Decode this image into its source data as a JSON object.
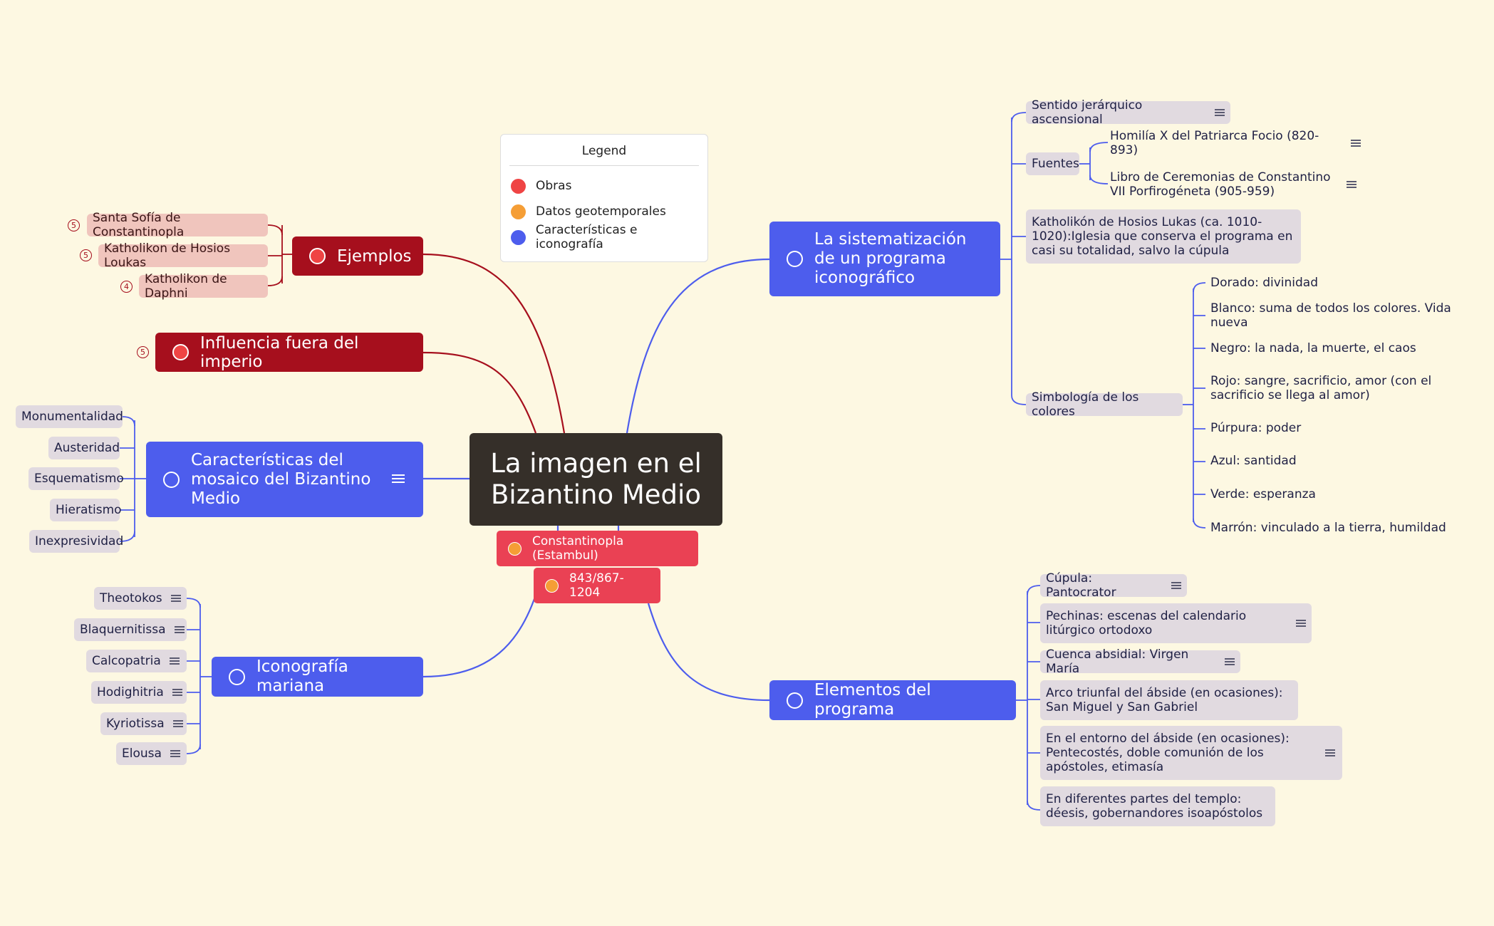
{
  "central": {
    "title": "La imagen en el Bizantino Medio"
  },
  "legend": {
    "title": "Legend",
    "items": [
      {
        "label": "Obras",
        "color": "#ef4444"
      },
      {
        "label": "Datos geotemporales",
        "color": "#f59e36"
      },
      {
        "label": "Características e iconografía",
        "color": "#4d5ded"
      }
    ]
  },
  "geo": {
    "place": "Constantinopla (Estambul)",
    "dates": "843/867-1204"
  },
  "ejemplos": {
    "label": "Ejemplos",
    "items": [
      {
        "label": "Santa Sofía de Constantinopla",
        "count": "5"
      },
      {
        "label": "Katholikon de Hosios Loukas",
        "count": "5"
      },
      {
        "label": "Katholikon de Daphni",
        "count": "4"
      }
    ]
  },
  "influencia": {
    "label": "Influencia fuera del imperio",
    "count": "5"
  },
  "caracteristicas": {
    "label": "Características del mosaico del Bizantino Medio",
    "items": [
      "Monumentalidad",
      "Austeridad",
      "Esquematismo",
      "Hieratismo",
      "Inexpresividad"
    ]
  },
  "mariana": {
    "label": "Iconografía mariana",
    "items": [
      "Theotokos",
      "Blaquernitissa",
      "Calcopatria",
      "Hodighitria",
      "Kyriotissa",
      "Elousa"
    ]
  },
  "sistematizacion": {
    "label": "La sistematización de un programa iconográfico",
    "sentido": "Sentido jerárquico ascensional",
    "fuentes": {
      "label": "Fuentes",
      "items": [
        "Homilía X del Patriarca Focio (820-893)",
        "Libro de Ceremonias de Constantino VII Porfirogéneta (905-959)"
      ]
    },
    "katholikon": "Katholikón de Hosios Lukas (ca. 1010-1020):Iglesia que conserva el programa en casi su totalidad, salvo la cúpula",
    "colores": {
      "label": "Simbología de los colores",
      "items": [
        "Dorado: divinidad",
        "Blanco: suma de todos los colores. Vida nueva",
        "Negro: la nada, la muerte, el caos",
        "Rojo: sangre, sacrificio, amor (con el sacrificio se llega al amor)",
        "Púrpura: poder",
        "Azul: santidad",
        "Verde: esperanza",
        "Marrón: vinculado a la tierra, humildad"
      ]
    }
  },
  "elementos": {
    "label": "Elementos del programa",
    "items": [
      "Cúpula: Pantocrator",
      "Pechinas: escenas del calendario litúrgico ortodoxo",
      "Cuenca absidial: Virgen María",
      "Arco triunfal del ábside (en ocasiones): San Miguel y San Gabriel",
      "En el entorno del ábside (en ocasiones): Pentecostés, doble comunión de los apóstoles, etimasía",
      "En diferentes partes del templo: déesis, gobernandores isoapóstolos"
    ]
  },
  "colors": {
    "red": "#a60f1d",
    "blue": "#4d5ded",
    "geo": "#ea4154",
    "dark": "#352f29",
    "sub": "#e1dae0"
  }
}
